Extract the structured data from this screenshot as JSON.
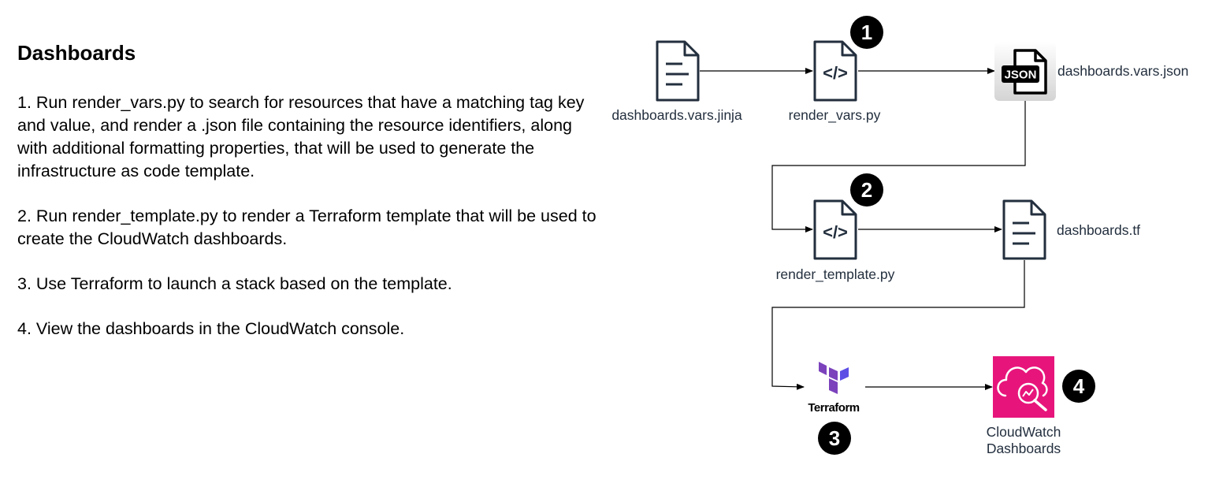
{
  "text": {
    "title": "Dashboards",
    "steps": [
      "1. Run render_vars.py to search for resources that have a matching tag key and value, and render a .json file containing the resource identifiers, along with additional formatting properties, that will be used to generate the infrastructure as code template.",
      "2. Run render_template.py to render a Terraform template that will be used to create the CloudWatch dashboards.",
      "3. Use Terraform to launch a stack based on the template.",
      "4. View the dashboards in the CloudWatch console."
    ]
  },
  "diagram": {
    "nodes": {
      "vars_jinja": "dashboards.vars.jinja",
      "render_vars": "render_vars.py",
      "vars_json": "dashboards.vars.json",
      "render_template": "render_template.py",
      "dashboards_tf": "dashboards.tf",
      "terraform": "Terraform",
      "cloudwatch_line1": "CloudWatch",
      "cloudwatch_line2": "Dashboards"
    },
    "json_icon_text": "JSON",
    "code_icon_text": "</>",
    "badges": [
      "1",
      "2",
      "3",
      "4"
    ],
    "colors": {
      "icon_stroke": "#232f3e",
      "terraform_purple": "#7b42bc",
      "cloudwatch_pink": "#e7157b",
      "badge_fill": "#000000"
    }
  }
}
